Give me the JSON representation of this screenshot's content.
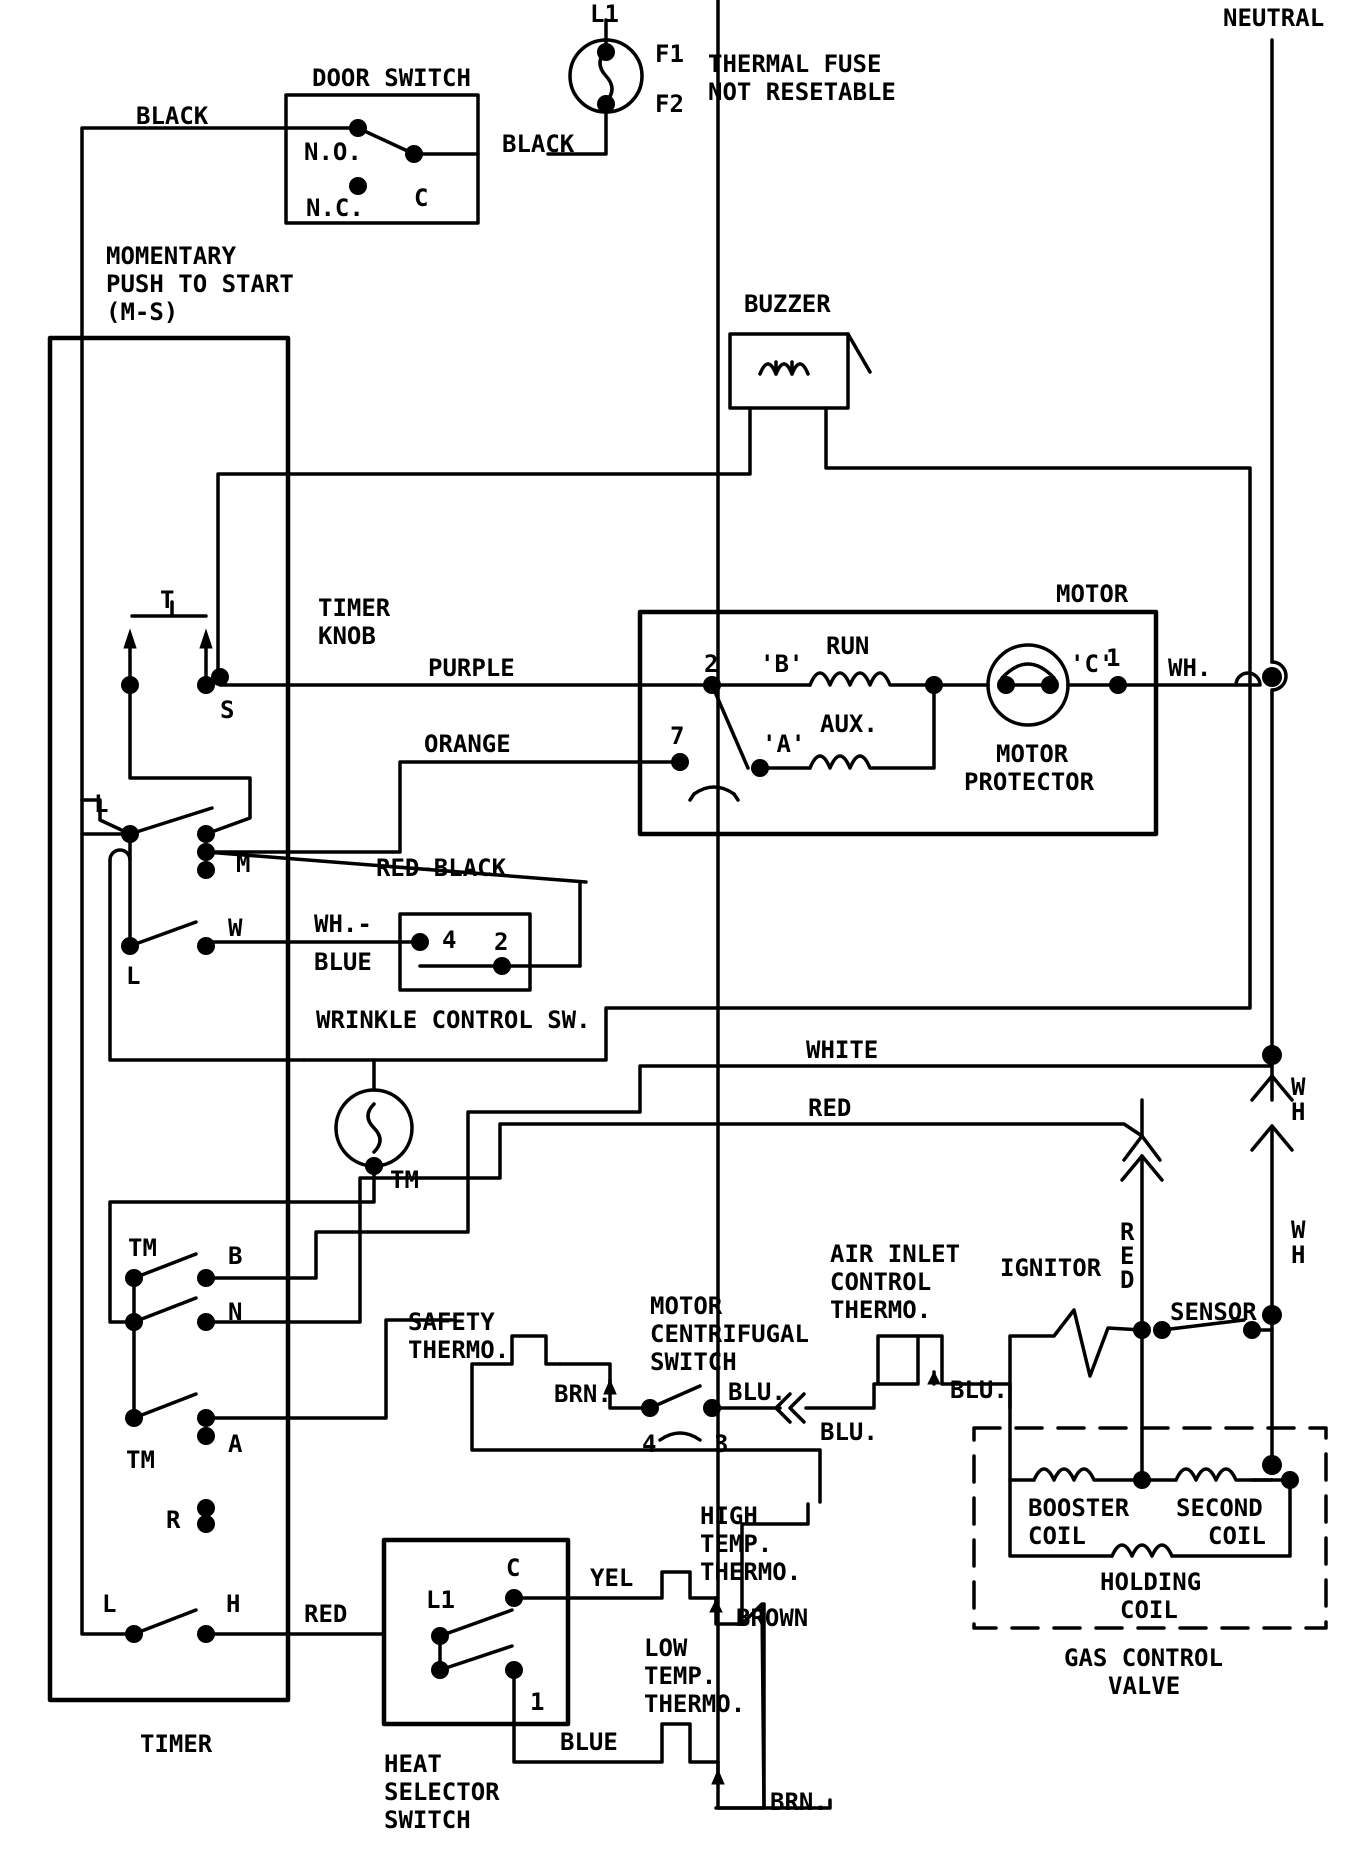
{
  "diagram": {
    "top": {
      "l1": "L1",
      "f1": "F1",
      "f2": "F2",
      "fuse_label_1": "THERMAL FUSE",
      "fuse_label_2": "NOT RESETABLE",
      "neutral": "NEUTRAL",
      "door_switch": "DOOR SWITCH",
      "no": "N.O.",
      "nc": "N.C.",
      "c": "C",
      "black_left": "BLACK",
      "black_right": "BLACK"
    },
    "timer": {
      "ms_1": "MOMENTARY",
      "ms_2": "PUSH TO START",
      "ms_3": "(M-S)",
      "knob_1": "TIMER",
      "knob_2": "KNOB",
      "t": "T",
      "s": "S",
      "l_upper": "L",
      "m": "M",
      "w": "W",
      "l_lower": "L",
      "tm_motor": "TM",
      "tm_left": "TM",
      "b": "B",
      "n": "N",
      "tm_bottom": "TM",
      "a": "A",
      "r": "R",
      "l_bottom": "L",
      "h": "H",
      "title": "TIMER"
    },
    "buzzer": {
      "label": "BUZZER"
    },
    "motor": {
      "label": "MOTOR",
      "t2": "2",
      "t7": "7",
      "b": "'B'",
      "a": "'A'",
      "run": "RUN",
      "aux": "AUX.",
      "c": "'C'",
      "t1": "1",
      "protector_1": "MOTOR",
      "protector_2": "PROTECTOR",
      "wh": "WH."
    },
    "wires": {
      "purple": "PURPLE",
      "orange": "ORANGE",
      "red_black": "RED-BLACK",
      "white": "WHITE",
      "red": "RED",
      "red_timer": "RED",
      "yel": "YEL",
      "blue": "BLUE",
      "brown": "BROWN",
      "brn_bottom": "BRN.",
      "brn_safety": "BRN.",
      "blu_1": "BLU.",
      "blu_2": "BLU.",
      "blu_3": "BLU."
    },
    "wrinkle": {
      "wh_1": "WH.-",
      "wh_2": "BLUE",
      "t4": "4",
      "t2": "2",
      "label": "WRINKLE CONTROL SW."
    },
    "heat_selector": {
      "l1": "L1",
      "c": "C",
      "t1": "1",
      "label_1": "HEAT",
      "label_2": "SELECTOR",
      "label_3": "SWITCH"
    },
    "thermos": {
      "high_1": "HIGH",
      "high_2": "TEMP.",
      "high_3": "THERMO.",
      "low_1": "LOW",
      "low_2": "TEMP.",
      "low_3": "THERMO.",
      "safety_1": "SAFETY",
      "safety_2": "THERMO.",
      "centrifugal_1": "MOTOR",
      "centrifugal_2": "CENTRIFUGAL",
      "centrifugal_3": "SWITCH",
      "t4": "4",
      "t3": "3",
      "air_1": "AIR INLET",
      "air_2": "CONTROL",
      "air_3": "THERMO."
    },
    "gas_valve": {
      "ignitor": "IGNITOR",
      "sensor": "SENSOR",
      "red_v": "RED",
      "wh_v_1": "WH",
      "wh_v_2": "WH",
      "booster_1": "BOOSTER",
      "booster_2": "COIL",
      "second_1": "SECOND",
      "second_2": "COIL",
      "holding_1": "HOLDING",
      "holding_2": "COIL",
      "label_1": "GAS CONTROL",
      "label_2": "VALVE"
    }
  }
}
